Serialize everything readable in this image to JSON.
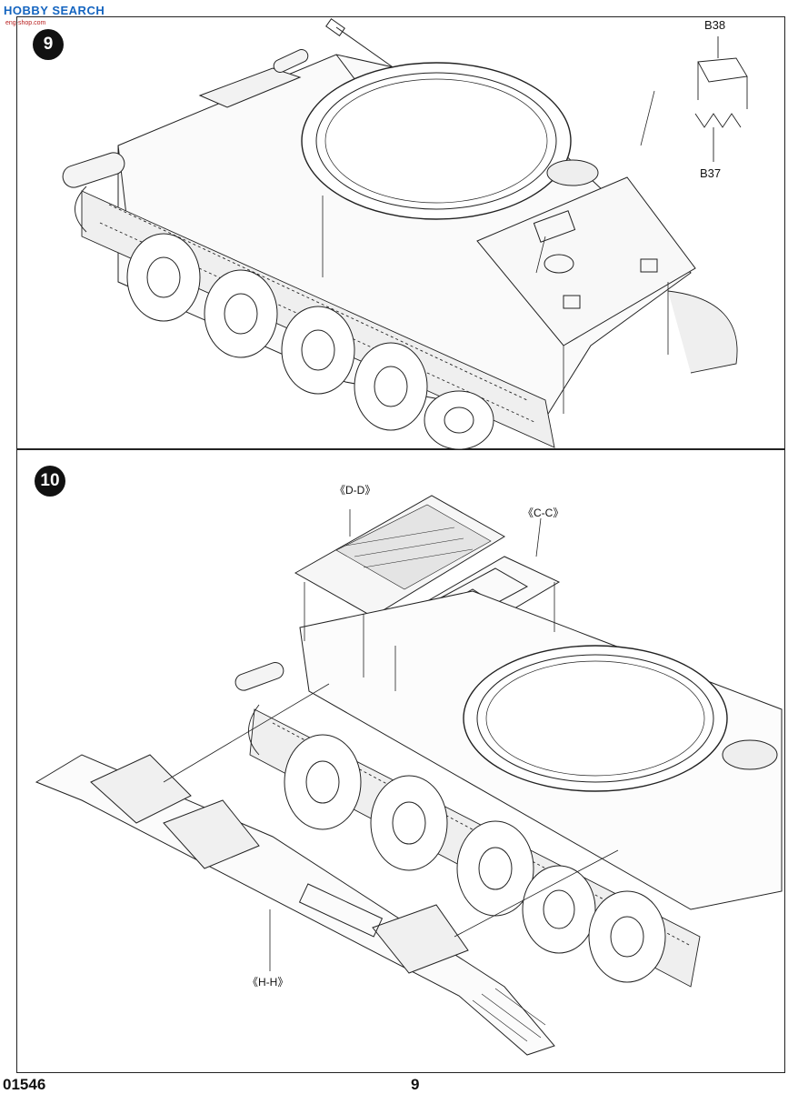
{
  "watermark": {
    "text": "HOBBY SEARCH",
    "subtext": "eng-shop.com"
  },
  "steps": [
    {
      "number": "9",
      "labels": {
        "top_part": "B38",
        "bottom_part": "B37"
      }
    },
    {
      "number": "10",
      "labels": {
        "deck_rear": "《D-D》",
        "deck_front": "《C-C》",
        "lower_plate": "《H-H》"
      }
    }
  ],
  "footer": {
    "kit_number": "01546",
    "page_number": "9"
  }
}
